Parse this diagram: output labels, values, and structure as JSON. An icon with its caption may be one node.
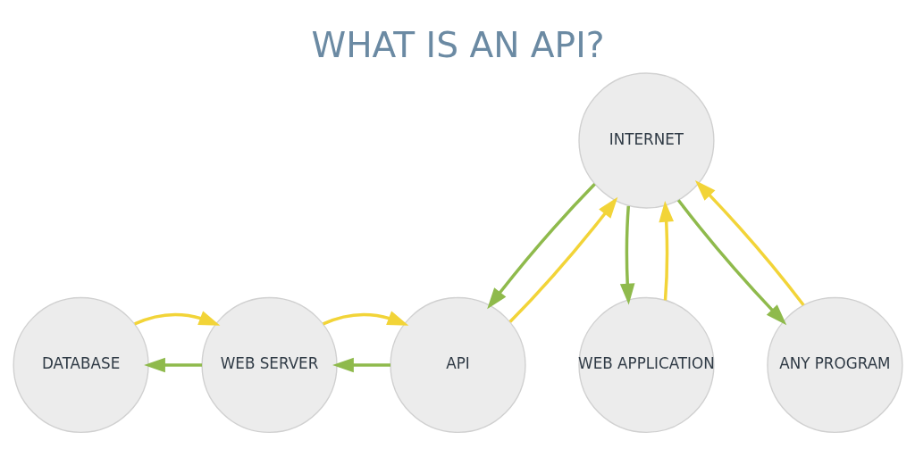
{
  "diagram": {
    "title": "WHAT IS AN API?",
    "nodes": [
      {
        "text": [
          "DATABASE"
        ]
      },
      {
        "text": [
          "WEB SERVER"
        ]
      },
      {
        "text": [
          "API"
        ]
      },
      {
        "text": [
          "INTERNET"
        ]
      },
      {
        "text": [
          "WEB APPLICATION"
        ]
      },
      {
        "text": [
          "ANY PROGRAM"
        ]
      }
    ],
    "edges": [
      {
        "from": 1,
        "to": 0,
        "arrow": "to",
        "color": "#8fba4c"
      },
      {
        "from": 0,
        "to": 1,
        "arrow": "to",
        "color": "#f2d438"
      },
      {
        "from": 2,
        "to": 1,
        "arrow": "to",
        "color": "#8fba4c"
      },
      {
        "from": 1,
        "to": 2,
        "arrow": "to",
        "color": "#f2d438"
      },
      {
        "from": 3,
        "to": 2,
        "arrow": "to",
        "color": "#8fba4c"
      },
      {
        "from": 2,
        "to": 3,
        "arrow": "to",
        "color": "#f2d438"
      },
      {
        "from": 3,
        "to": 4,
        "arrow": "to",
        "color": "#8fba4c"
      },
      {
        "from": 4,
        "to": 3,
        "arrow": "to",
        "color": "#f2d438"
      },
      {
        "from": 3,
        "to": 5,
        "arrow": "to",
        "color": "#8fba4c"
      },
      {
        "from": 5,
        "to": 3,
        "arrow": "to",
        "color": "#f2d438"
      }
    ]
  }
}
